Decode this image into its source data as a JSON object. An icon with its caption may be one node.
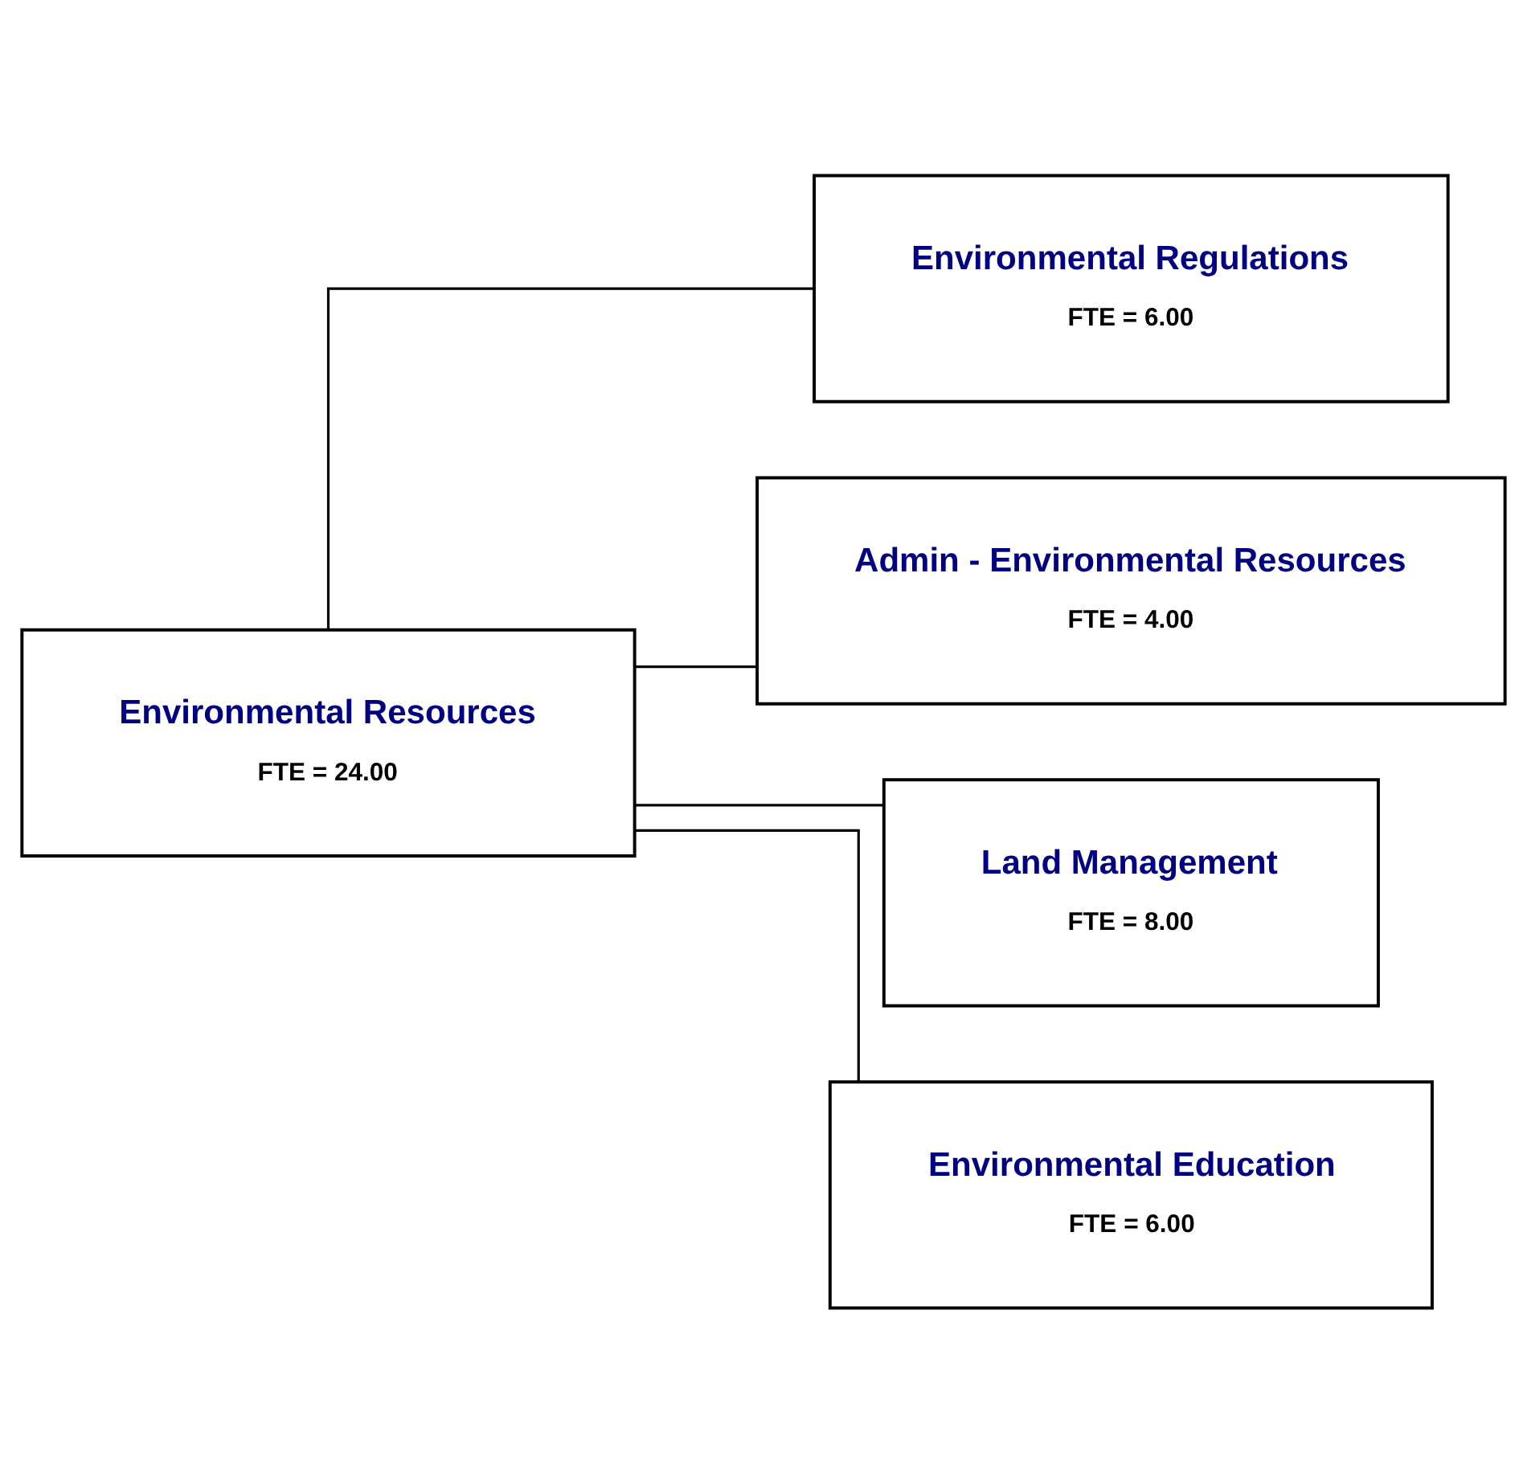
{
  "diagram": {
    "nodes": [
      {
        "text": [
          "Environmental Resources",
          "FTE = 24.00"
        ]
      },
      {
        "text": [
          "Environmental Regulations",
          "FTE = 6.00"
        ]
      },
      {
        "text": [
          "Admin - Environmental Resources",
          "FTE = 4.00"
        ]
      },
      {
        "text": [
          "Land Management",
          "FTE = 8.00"
        ]
      },
      {
        "text": [
          "Environmental Education",
          "FTE = 6.00"
        ]
      }
    ],
    "edges": [
      {
        "from": 0,
        "to": 1,
        "arrow": "none"
      },
      {
        "from": 0,
        "to": 2,
        "arrow": "none"
      },
      {
        "from": 0,
        "to": 3,
        "arrow": "none"
      },
      {
        "from": 0,
        "to": 4,
        "arrow": "none"
      }
    ]
  }
}
